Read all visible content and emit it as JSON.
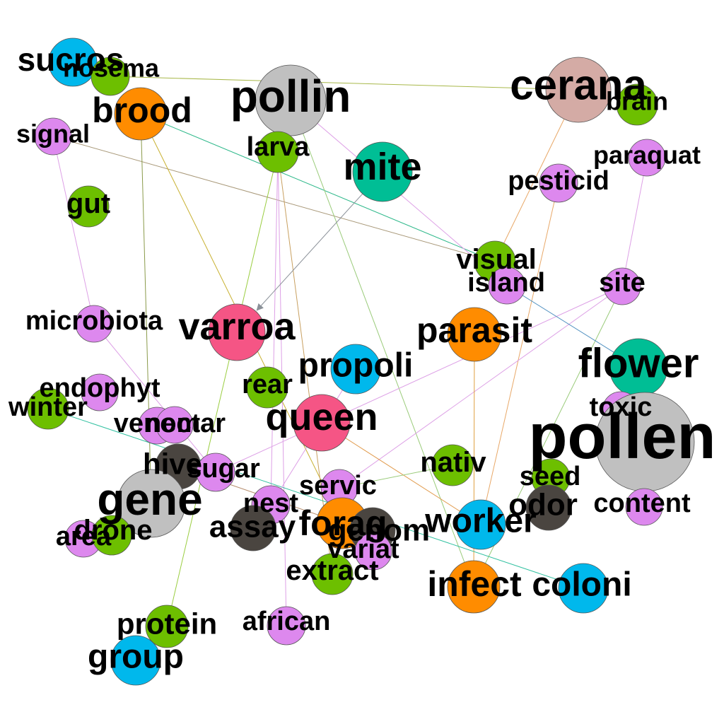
{
  "palette": {
    "grey": "#c0c0c0",
    "orange": "#ff8c00",
    "green": "#6dbf00",
    "violet": "#dd88ee",
    "cyan": "#00b8ec",
    "teal": "#00be95",
    "pink": "#f55585",
    "dark": "#4a4540",
    "rose": "#d4aba5"
  },
  "nodes": [
    {
      "id": "sucros",
      "label": "sucros",
      "color": "cyan"
    },
    {
      "id": "nosema",
      "label": "nosema",
      "color": "green"
    },
    {
      "id": "pollin",
      "label": "pollin",
      "color": "grey"
    },
    {
      "id": "cerana",
      "label": "cerana",
      "color": "rose"
    },
    {
      "id": "brain",
      "label": "brain",
      "color": "green"
    },
    {
      "id": "brood",
      "label": "brood",
      "color": "orange"
    },
    {
      "id": "signal",
      "label": "signal",
      "color": "violet"
    },
    {
      "id": "larva",
      "label": "larva",
      "color": "green"
    },
    {
      "id": "mite",
      "label": "mite",
      "color": "teal"
    },
    {
      "id": "paraquat",
      "label": "paraquat",
      "color": "violet"
    },
    {
      "id": "pesticid",
      "label": "pesticid",
      "color": "violet"
    },
    {
      "id": "gut",
      "label": "gut",
      "color": "green"
    },
    {
      "id": "visual",
      "label": "visual",
      "color": "green"
    },
    {
      "id": "island",
      "label": "island",
      "color": "violet"
    },
    {
      "id": "site",
      "label": "site",
      "color": "violet"
    },
    {
      "id": "microbiota",
      "label": "microbiota",
      "color": "violet"
    },
    {
      "id": "varroa",
      "label": "varroa",
      "color": "pink"
    },
    {
      "id": "parasit",
      "label": "parasit",
      "color": "orange"
    },
    {
      "id": "propoli",
      "label": "propoli",
      "color": "cyan"
    },
    {
      "id": "flower",
      "label": "flower",
      "color": "teal"
    },
    {
      "id": "endophyt",
      "label": "endophyt",
      "color": "violet"
    },
    {
      "id": "rear",
      "label": "rear",
      "color": "green"
    },
    {
      "id": "winter",
      "label": "winter",
      "color": "green"
    },
    {
      "id": "toxic",
      "label": "toxic",
      "color": "violet"
    },
    {
      "id": "queen",
      "label": "queen",
      "color": "pink"
    },
    {
      "id": "venom",
      "label": "venom",
      "color": "violet"
    },
    {
      "id": "nectar",
      "label": "nectar",
      "color": "violet"
    },
    {
      "id": "pollen",
      "label": "pollen",
      "color": "grey"
    },
    {
      "id": "hive",
      "label": "hive",
      "color": "dark"
    },
    {
      "id": "sugar",
      "label": "sugar",
      "color": "violet"
    },
    {
      "id": "nativ",
      "label": "nativ",
      "color": "green"
    },
    {
      "id": "seed",
      "label": "seed",
      "color": "green"
    },
    {
      "id": "gene",
      "label": "gene",
      "color": "grey"
    },
    {
      "id": "servic",
      "label": "servic",
      "color": "violet"
    },
    {
      "id": "odor",
      "label": "odor",
      "color": "dark"
    },
    {
      "id": "content",
      "label": "content",
      "color": "violet"
    },
    {
      "id": "nest",
      "label": "nest",
      "color": "violet"
    },
    {
      "id": "area",
      "label": "area",
      "color": "violet"
    },
    {
      "id": "drone",
      "label": "drone",
      "color": "green"
    },
    {
      "id": "assay",
      "label": "assay",
      "color": "dark"
    },
    {
      "id": "forag",
      "label": "forag",
      "color": "orange"
    },
    {
      "id": "genom",
      "label": "genom",
      "color": "dark"
    },
    {
      "id": "worker",
      "label": "worker",
      "color": "cyan"
    },
    {
      "id": "variat",
      "label": "variat",
      "color": "violet"
    },
    {
      "id": "extract",
      "label": "extract",
      "color": "green"
    },
    {
      "id": "infect",
      "label": "infect",
      "color": "orange"
    },
    {
      "id": "coloni",
      "label": "coloni",
      "color": "cyan"
    },
    {
      "id": "african",
      "label": "african",
      "color": "violet"
    },
    {
      "id": "protein",
      "label": "protein",
      "color": "green"
    },
    {
      "id": "group",
      "label": "group",
      "color": "cyan"
    }
  ],
  "edges": [
    {
      "from": "nosema",
      "to": "cerana",
      "color": "#a8b84a"
    },
    {
      "from": "brood",
      "to": "visual",
      "color": "#2db88a"
    },
    {
      "from": "signal",
      "to": "visual",
      "color": "#a89878"
    },
    {
      "from": "signal",
      "to": "microbiota",
      "color": "#dda0e6"
    },
    {
      "from": "brood",
      "to": "gene",
      "color": "#8a9a4a"
    },
    {
      "from": "brood",
      "to": "forag",
      "color": "#c8b030"
    },
    {
      "from": "pollin",
      "to": "island",
      "color": "#dda0e6"
    },
    {
      "from": "pollin",
      "to": "infect",
      "color": "#9acb7a"
    },
    {
      "from": "larva",
      "to": "protein",
      "color": "#9acd40"
    },
    {
      "from": "larva",
      "to": "african",
      "color": "#dda0e6"
    },
    {
      "from": "larva",
      "to": "nest",
      "color": "#dda0e6"
    },
    {
      "from": "larva",
      "to": "extract",
      "color": "#c8a060"
    },
    {
      "from": "mite",
      "to": "varroa",
      "color": "#8a9098",
      "arrow": true
    },
    {
      "from": "cerana",
      "to": "visual",
      "color": "#e8a868"
    },
    {
      "from": "pesticid",
      "to": "worker",
      "color": "#e8a868"
    },
    {
      "from": "paraquat",
      "to": "site",
      "color": "#dda0e6"
    },
    {
      "from": "site",
      "to": "servic",
      "color": "#dda0e6"
    },
    {
      "from": "site",
      "to": "sugar",
      "color": "#dda0e6"
    },
    {
      "from": "site",
      "to": "infect",
      "color": "#9acb7a"
    },
    {
      "from": "island",
      "to": "flower",
      "color": "#5090c0"
    },
    {
      "from": "parasit",
      "to": "infect",
      "color": "#e0a040"
    },
    {
      "from": "winter",
      "to": "coloni",
      "color": "#30c0a0"
    },
    {
      "from": "queen",
      "to": "worker",
      "color": "#e09848"
    },
    {
      "from": "propoli",
      "to": "nest",
      "color": "#dda0e6"
    },
    {
      "from": "microbiota",
      "to": "sugar",
      "color": "#dda0e6"
    },
    {
      "from": "hive",
      "to": "forag",
      "color": "#b89070"
    },
    {
      "from": "nativ",
      "to": "servic",
      "color": "#9acb7a"
    }
  ]
}
